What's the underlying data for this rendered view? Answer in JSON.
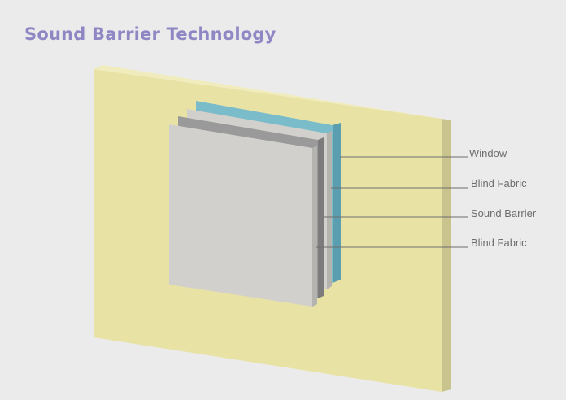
{
  "title": "Sound Barrier Technology",
  "labels": {
    "window": "Window",
    "blind_fabric_back": "Blind Fabric",
    "sound_barrier": "Sound Barrier",
    "blind_fabric_front": "Blind Fabric"
  },
  "colors": {
    "background": "#ebebeb",
    "title": "#8f87c4",
    "wall_face": "#e9e2a5",
    "wall_side": "#c9c38d",
    "window_glass": "#7bbccb",
    "blind_fabric": "#d2d0cc",
    "sound_barrier": "#9a9a9a",
    "leader_line": "#6e6e6e"
  }
}
